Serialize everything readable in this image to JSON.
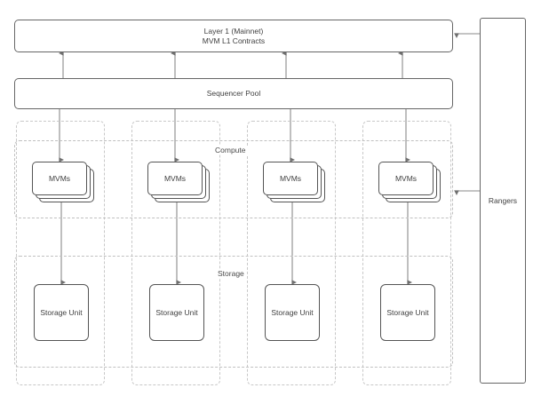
{
  "diagram": {
    "title_nodes": {
      "layer1": "Layer 1 (Mainnet)\nMVM L1 Contracts",
      "sequencer": "Sequencer Pool",
      "rangers": "Rangers"
    },
    "bands": [
      {
        "id": "compute",
        "label": "Compute"
      },
      {
        "id": "storage",
        "label": "Storage"
      }
    ],
    "columns": [
      {
        "index": 0,
        "compute_label": "MVMs",
        "storage_label": "Storage Unit"
      },
      {
        "index": 1,
        "compute_label": "MVMs",
        "storage_label": "Storage Unit"
      },
      {
        "index": 2,
        "compute_label": "MVMs",
        "storage_label": "Storage Unit"
      },
      {
        "index": 3,
        "compute_label": "MVMs",
        "storage_label": "Storage Unit"
      }
    ],
    "colors": {
      "node_stroke": "#555555",
      "outer_stroke": "#666666",
      "dashed_stroke": "#c8c8c8",
      "connector": "#8a8a8a",
      "text": "#404040",
      "background": "#ffffff"
    }
  }
}
